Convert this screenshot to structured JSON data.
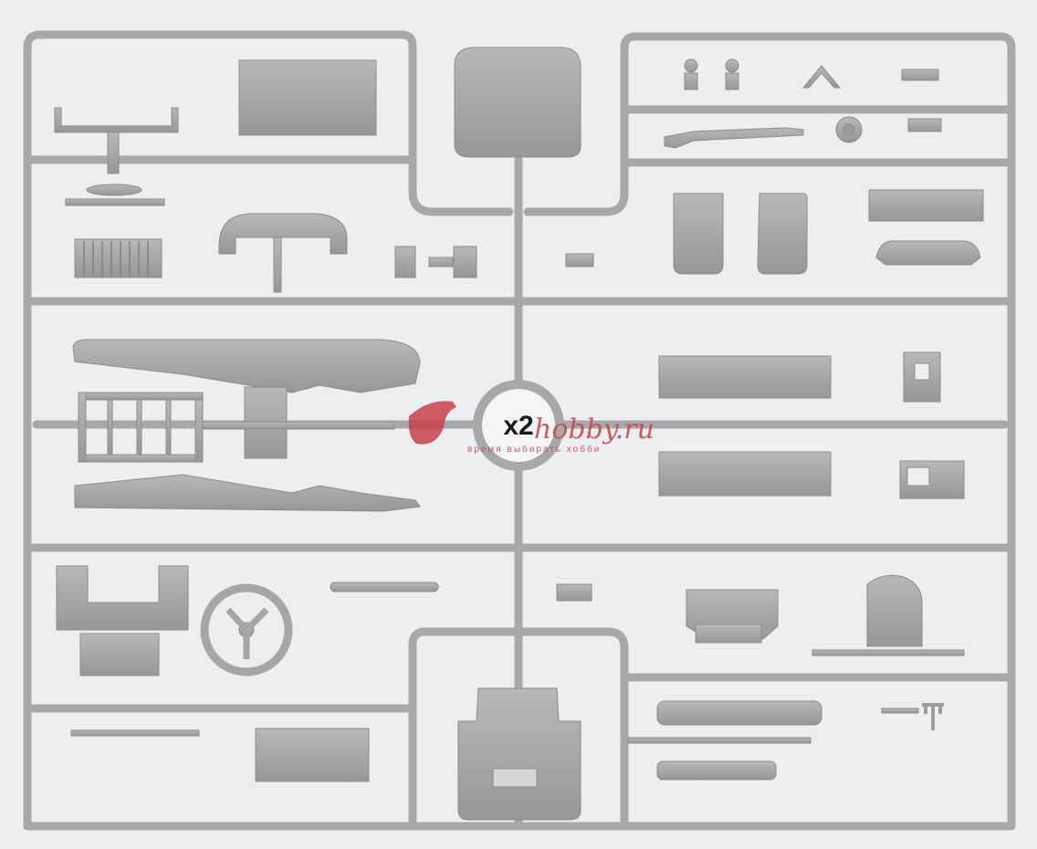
{
  "badge": {
    "label": "x2"
  },
  "watermark": {
    "site": "hobby.ru",
    "slogan": "время выбирать хобби",
    "color": "#c8414a"
  },
  "colors": {
    "background": "#eceef0",
    "plastic": "#a9abae",
    "plastic_dark": "#8e9093",
    "plastic_light": "#bfc1c3"
  }
}
